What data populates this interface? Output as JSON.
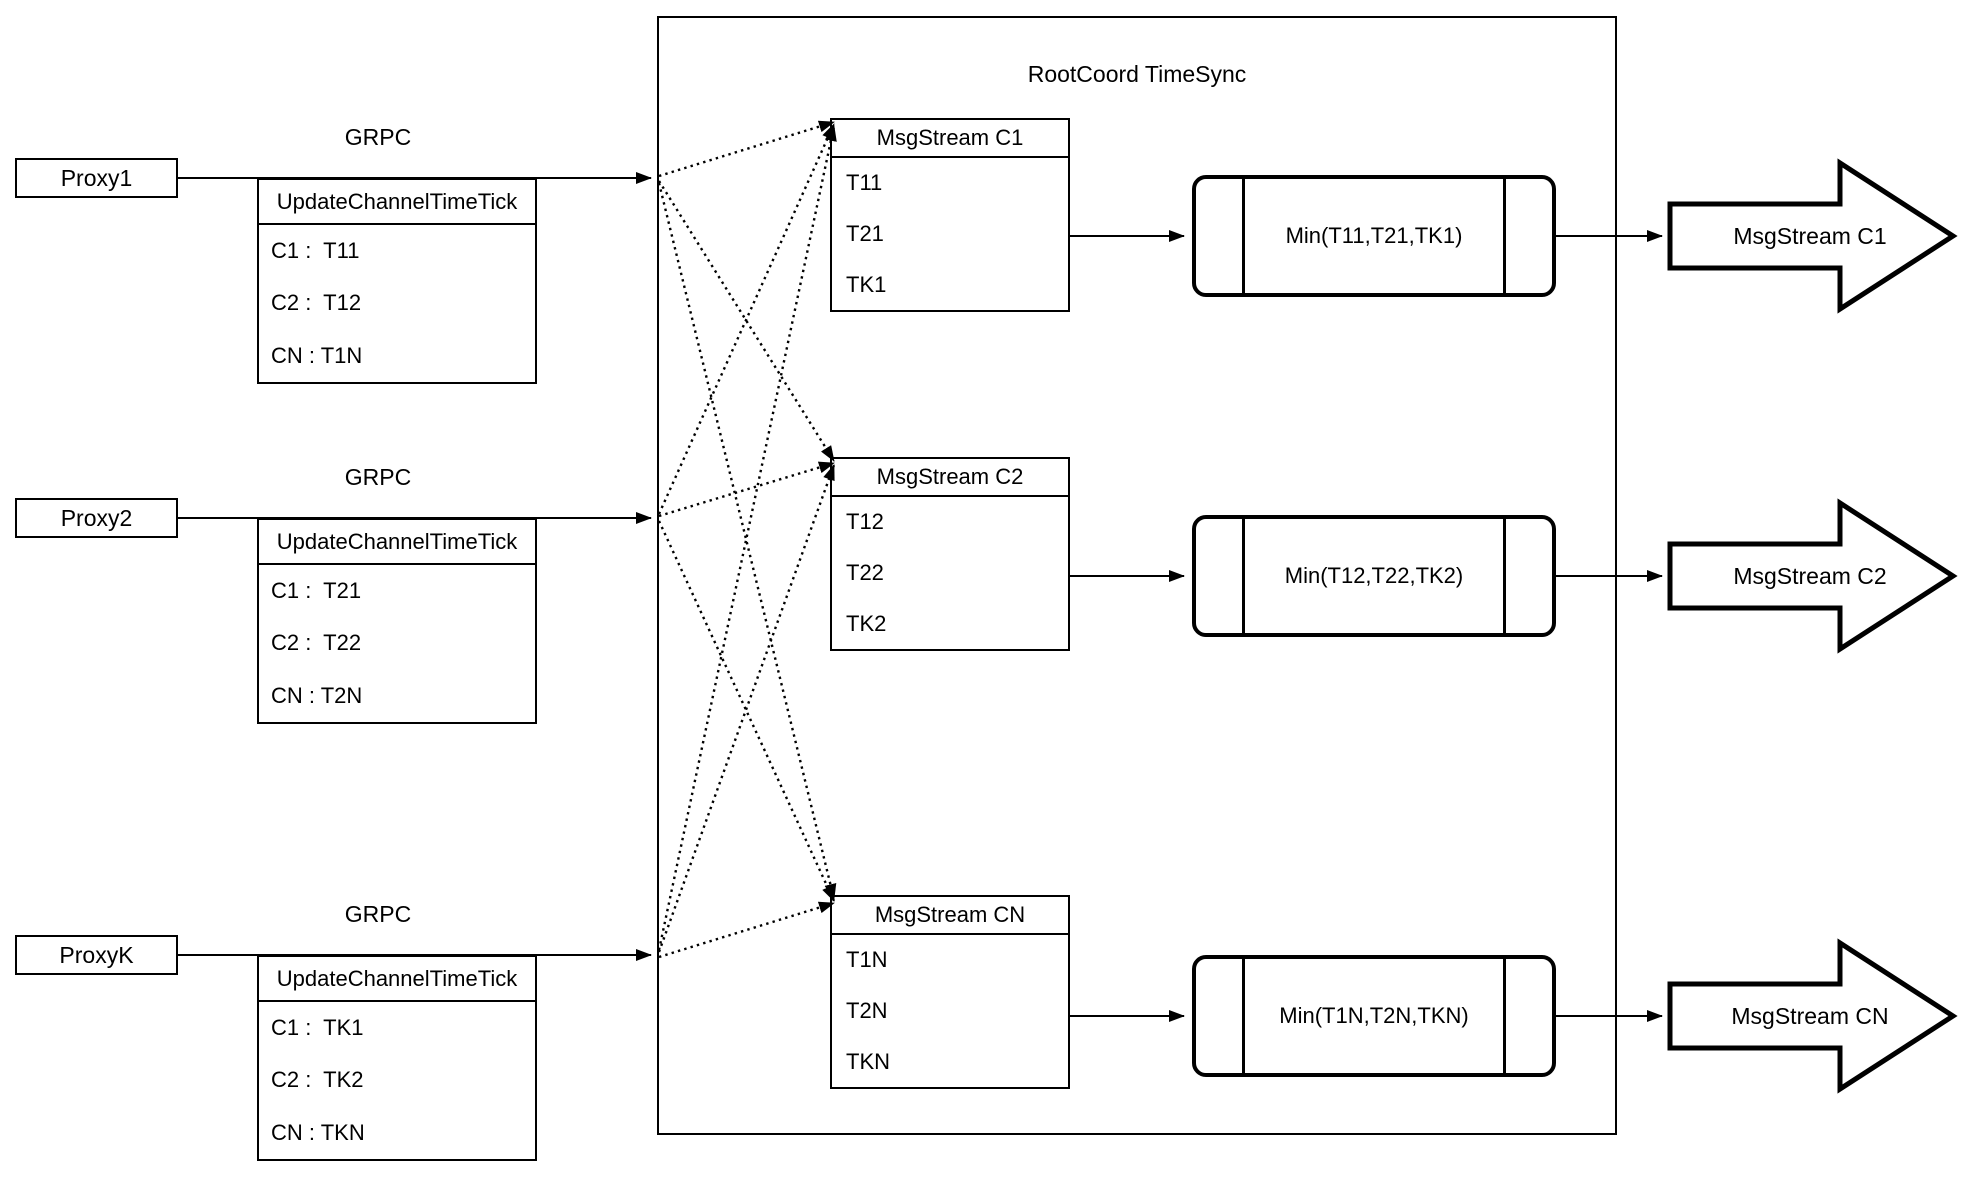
{
  "diagram": {
    "title": "RootCoord TimeSync",
    "colors": {
      "stroke": "#000000",
      "background": "#ffffff"
    },
    "proxies": [
      {
        "name": "Proxy1",
        "rpc_label": "GRPC",
        "message": {
          "title": "UpdateChannelTimeTick",
          "entries": [
            "C1 :  T11",
            "C2 :  T12",
            "CN : T1N"
          ]
        }
      },
      {
        "name": "Proxy2",
        "rpc_label": "GRPC",
        "message": {
          "title": "UpdateChannelTimeTick",
          "entries": [
            "C1 :  T21",
            "C2 :  T22",
            "CN : T2N"
          ]
        }
      },
      {
        "name": "ProxyK",
        "rpc_label": "GRPC",
        "message": {
          "title": "UpdateChannelTimeTick",
          "entries": [
            "C1 :  TK1",
            "C2 :  TK2",
            "CN : TKN"
          ]
        }
      }
    ],
    "channels": [
      {
        "stream_title": "MsgStream C1",
        "ticks": [
          "T11",
          "T21",
          "TK1"
        ],
        "min_label": "Min(T11,T21,TK1)",
        "output_label": "MsgStream C1"
      },
      {
        "stream_title": "MsgStream C2",
        "ticks": [
          "T12",
          "T22",
          "TK2"
        ],
        "min_label": "Min(T12,T22,TK2)",
        "output_label": "MsgStream C2"
      },
      {
        "stream_title": "MsgStream CN",
        "ticks": [
          "T1N",
          "T2N",
          "TKN"
        ],
        "min_label": "Min(T1N,T2N,TKN)",
        "output_label": "MsgStream CN"
      }
    ]
  }
}
